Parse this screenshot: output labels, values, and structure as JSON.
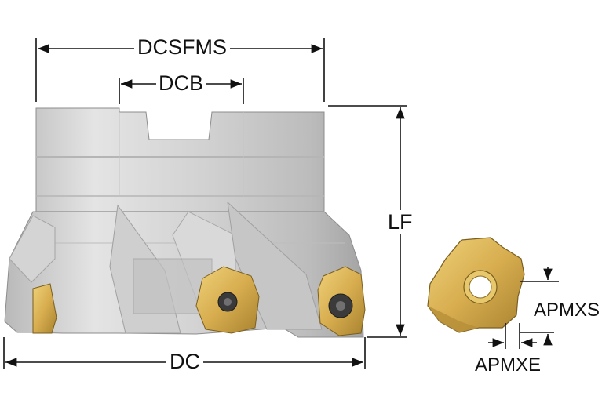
{
  "dimensions": {
    "dcsfms": "DCSFMS",
    "dcb": "DCB",
    "lf": "LF",
    "dc": "DC",
    "apmxs": "APMXS",
    "apmxe": "APMXE"
  },
  "colors": {
    "body_light": "#e2e2e2",
    "body_mid": "#c9c9c9",
    "body_dark": "#a8a8a8",
    "insert_gold": "#d9b45a",
    "insert_dark": "#9a7a2e",
    "line": "#111111"
  }
}
